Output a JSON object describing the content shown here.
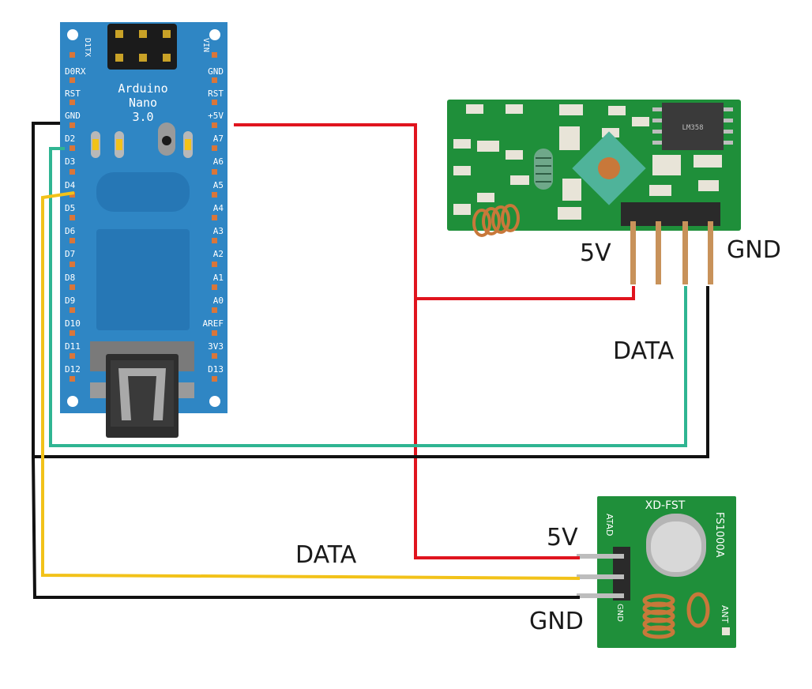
{
  "arduino": {
    "title_line1": "Arduino",
    "title_line2": "Nano",
    "title_line3": "3.0",
    "pins_left": [
      "D1TX",
      "D0RX",
      "RST",
      "GND",
      "D2",
      "D3",
      "D4",
      "D5",
      "D6",
      "D7",
      "D8",
      "D9",
      "D10",
      "D11",
      "D12"
    ],
    "pins_right": [
      "VIN",
      "GND",
      "RST",
      "+5V",
      "A7",
      "A6",
      "A5",
      "A4",
      "A3",
      "A2",
      "A1",
      "A0",
      "AREF",
      "3V3",
      "D13"
    ]
  },
  "receiver": {
    "chip_label": "LM358",
    "label_5v": "5V",
    "label_gnd": "GND",
    "label_data": "DATA"
  },
  "transmitter": {
    "model": "XD-FST",
    "part": "FS1000A",
    "pin_atad": "ATAD",
    "pin_gnd": "GND",
    "pin_ant": "ANT",
    "label_5v": "5V",
    "label_gnd": "GND",
    "label_data": "DATA"
  },
  "colors": {
    "board_blue": "#2f86c4",
    "pcb_green": "#1f8f3a",
    "wire_red": "#e0141e",
    "wire_black": "#111111",
    "wire_teal": "#2fb592",
    "wire_yellow": "#f2c219"
  }
}
